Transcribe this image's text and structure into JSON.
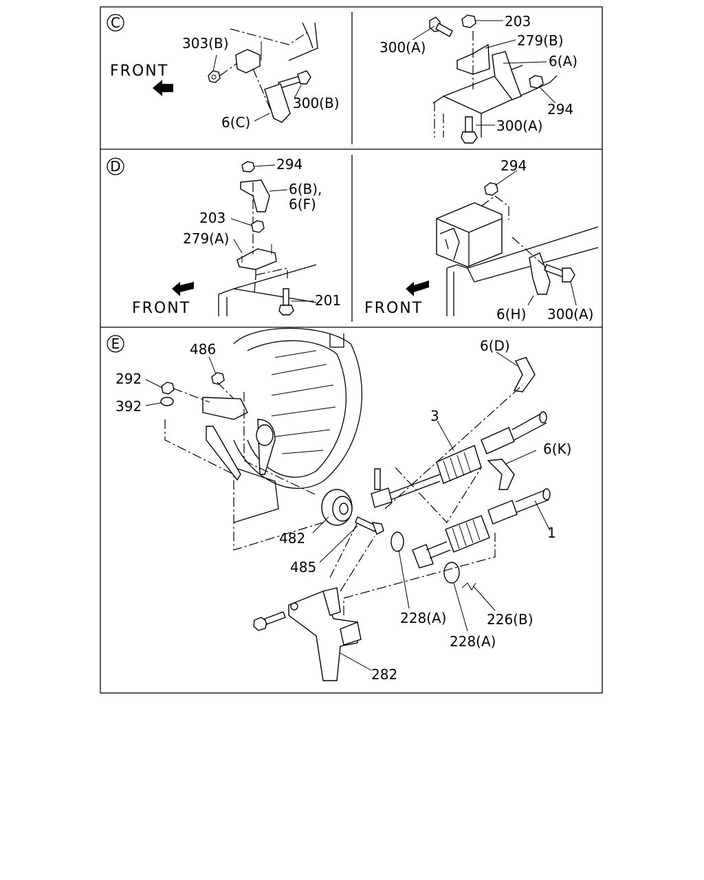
{
  "sections": {
    "c": {
      "badge": "C",
      "front": "FRONT",
      "labels": {
        "p303b": "303(B)",
        "p300b": "300(B)",
        "p6c": "6(C)",
        "p203": "203",
        "p279b": "279(B)",
        "p300a_top": "300(A)",
        "p6a": "6(A)",
        "p294": "294",
        "p300a_bot": "300(A)"
      }
    },
    "d": {
      "badge": "D",
      "front": "FRONT",
      "labels": {
        "p294": "294",
        "p6b": "6(B),",
        "p6f": "6(F)",
        "p203": "203",
        "p279a": "279(A)",
        "p201": "201"
      }
    },
    "d2": {
      "front": "FRONT",
      "labels": {
        "p294": "294",
        "p6h": "6(H)",
        "p300a": "300(A)"
      }
    },
    "e": {
      "badge": "E",
      "labels": {
        "p486": "486",
        "p292": "292",
        "p392": "392",
        "p6d": "6(D)",
        "p3": "3",
        "p6k": "6(K)",
        "p1": "1",
        "p482": "482",
        "p485": "485",
        "p228a_1": "228(A)",
        "p228a_2": "228(A)",
        "p226b": "226(B)",
        "p282": "282"
      }
    }
  },
  "icons": [
    "front-arrow-icon",
    "section-badge-icon"
  ]
}
